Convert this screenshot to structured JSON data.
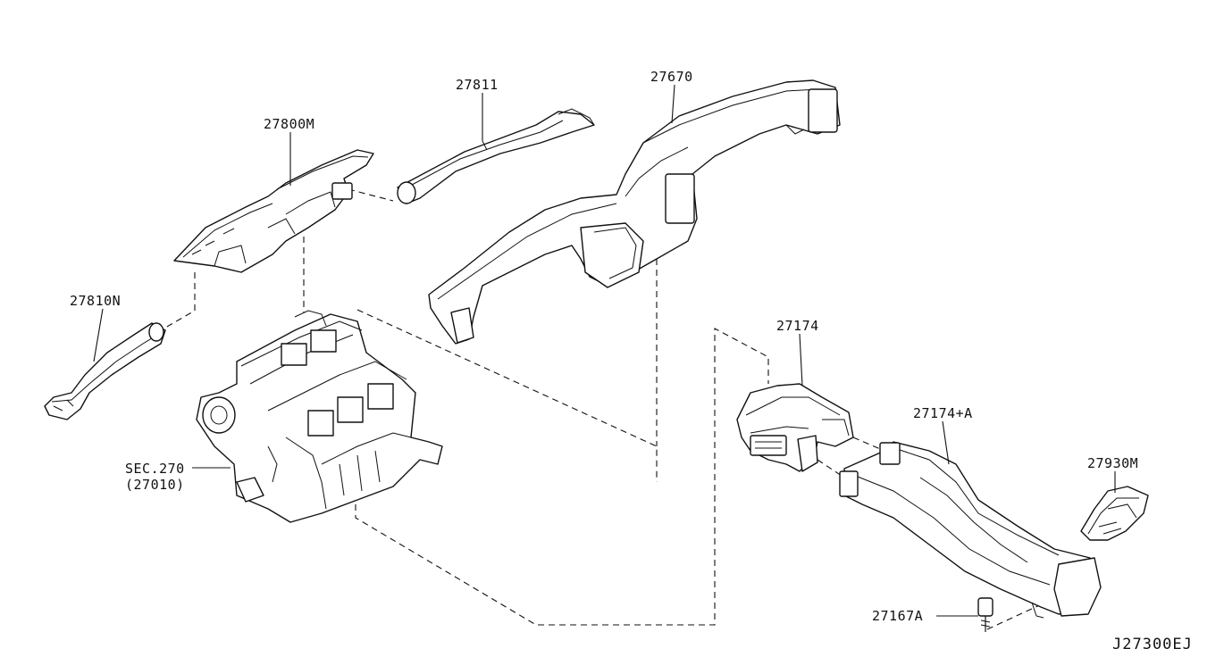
{
  "diagram": {
    "reference_code": "J27300EJ",
    "parts": [
      {
        "id": "p27811",
        "number": "27811"
      },
      {
        "id": "p27670",
        "number": "27670"
      },
      {
        "id": "p27800m",
        "number": "27800M"
      },
      {
        "id": "p27810n",
        "number": "27810N"
      },
      {
        "id": "p27174",
        "number": "27174"
      },
      {
        "id": "p27174a",
        "number": "27174+A"
      },
      {
        "id": "p27930m",
        "number": "27930M"
      },
      {
        "id": "p27167a",
        "number": "27167A"
      }
    ],
    "section_ref": {
      "line1": "SEC.270",
      "line2": "(27010)"
    }
  }
}
